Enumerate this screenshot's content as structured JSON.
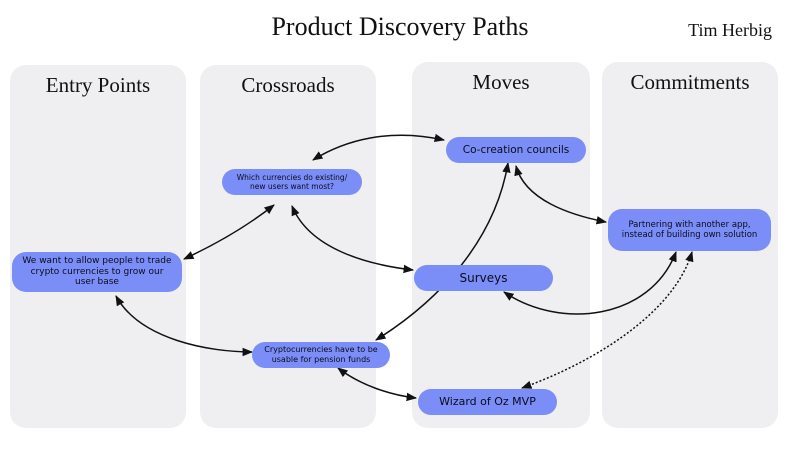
{
  "header": {
    "title": "Product Discovery Paths",
    "author": "Tim Herbig"
  },
  "columns": {
    "entry": "Entry Points",
    "crossroads": "Crossroads",
    "moves": "Moves",
    "commitments": "Commitments"
  },
  "nodes": {
    "entry_crypto": "We want to allow people to trade crypto currencies to grow our user base",
    "crossroad_currencies": "Which currencies do existing/ new users want most?",
    "crossroad_pension": "Cryptocurrencies have to be usable for pension funds",
    "move_cocreation": "Co-creation councils",
    "move_surveys": "Surveys",
    "move_wizard": "Wizard of Oz MVP",
    "commit_partnering": "Partnering with another app, instead of building own solution"
  },
  "colors": {
    "node_fill": "#7b8ef7",
    "column_bg": "#efeff1",
    "edge": "#111111"
  }
}
